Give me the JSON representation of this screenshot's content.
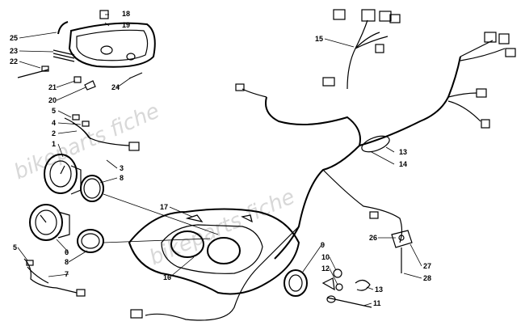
{
  "watermark": "bikeparts fiche",
  "callouts": [
    "1",
    "2",
    "3",
    "4",
    "5",
    "6",
    "7",
    "8",
    "9",
    "10",
    "11",
    "12",
    "13",
    "14",
    "15",
    "16",
    "17",
    "18",
    "19",
    "20",
    "21",
    "22",
    "23",
    "24",
    "25",
    "26",
    "27",
    "28"
  ]
}
